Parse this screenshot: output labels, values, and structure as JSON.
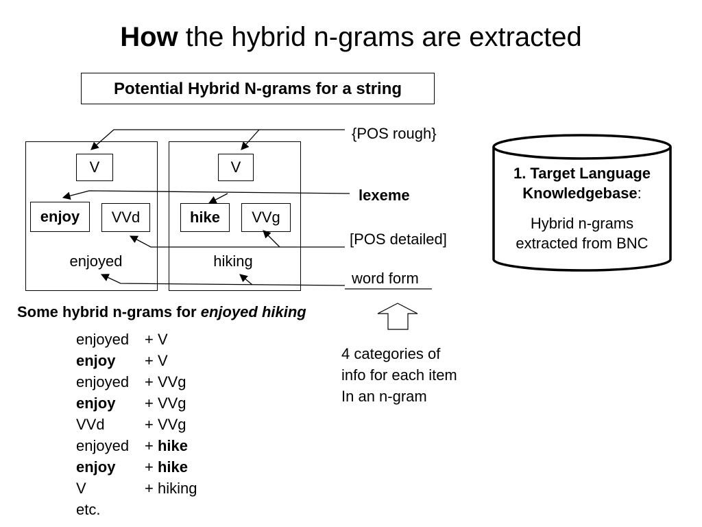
{
  "title": {
    "bold": "How",
    "rest": " the hybrid n-grams are extracted"
  },
  "subtitle": "Potential Hybrid N-grams for a string",
  "group1": {
    "pos_rough": "V",
    "lexeme": "enjoy",
    "pos_detailed": "VVd",
    "word_form": "enjoyed"
  },
  "group2": {
    "pos_rough": "V",
    "lexeme": "hike",
    "pos_detailed": "VVg",
    "word_form": "hiking"
  },
  "labels": {
    "pos_rough": "{POS rough}",
    "lexeme": "lexeme",
    "pos_detailed": "[POS detailed]",
    "word_form": "word form"
  },
  "knowledgebase": {
    "heading_line1": "1. Target Language",
    "heading_line2": "Knowledgebase",
    "colon": ":",
    "desc_line1": "Hybrid n-grams",
    "desc_line2": "extracted from BNC"
  },
  "examples": {
    "heading_prefix": "Some hybrid n-grams for ",
    "heading_italic": "enjoyed hiking",
    "rows": [
      {
        "a": "enjoyed",
        "a_bold": false,
        "b": "+ V",
        "b_bold": false
      },
      {
        "a": "enjoy",
        "a_bold": true,
        "b": "+ V",
        "b_bold": false
      },
      {
        "a": "enjoyed",
        "a_bold": false,
        "b": "+ VVg",
        "b_bold": false
      },
      {
        "a": "enjoy",
        "a_bold": true,
        "b": "+ VVg",
        "b_bold": false
      },
      {
        "a": "VVd",
        "a_bold": false,
        "b": "+ VVg",
        "b_bold": false
      },
      {
        "a": "enjoyed",
        "a_bold": false,
        "b_plus": "+ ",
        "b_word": "hike",
        "b_bold": true
      },
      {
        "a": "enjoy",
        "a_bold": true,
        "b_plus": "+ ",
        "b_word": "hike",
        "b_bold": true
      },
      {
        "a": "V",
        "a_bold": false,
        "b": "+ hiking",
        "b_bold": false
      }
    ],
    "etc": "etc."
  },
  "categories_note": {
    "line1": "4 categories of",
    "line2": "info for each item",
    "line3": "In an n-gram"
  },
  "icons": {
    "up_arrow": "outline-up-arrow-icon",
    "database": "cylinder-database-icon"
  }
}
